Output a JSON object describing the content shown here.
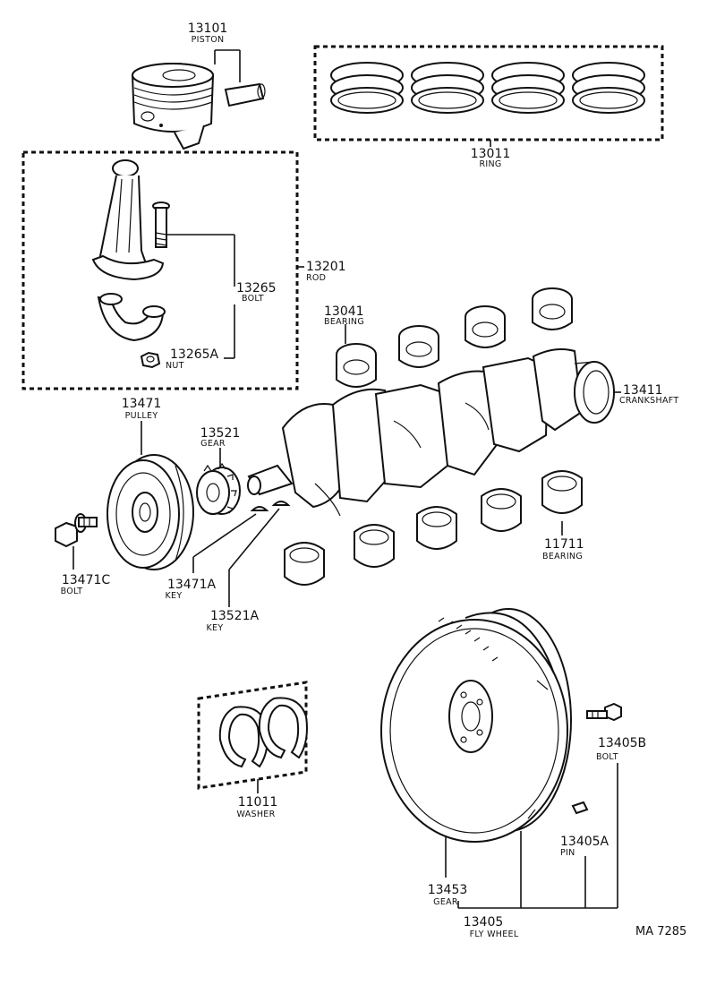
{
  "parts": {
    "piston": {
      "number": "13101",
      "name": "PISTON"
    },
    "ring": {
      "number": "13011",
      "name": "RING"
    },
    "rod": {
      "number": "13201",
      "name": "ROD"
    },
    "rod_bolt": {
      "number": "13265",
      "name": "BOLT"
    },
    "rod_nut": {
      "number": "13265A",
      "name": "NUT"
    },
    "bearing_upper": {
      "number": "13041",
      "name": "BEARING"
    },
    "crankshaft": {
      "number": "13411",
      "name": "CRANKSHAFT"
    },
    "pulley": {
      "number": "13471",
      "name": "PULLEY"
    },
    "gear_crank": {
      "number": "13521",
      "name": "GEAR"
    },
    "bearing_lower": {
      "number": "11711",
      "name": "BEARING"
    },
    "pulley_bolt": {
      "number": "13471C",
      "name": "BOLT"
    },
    "key_pulley": {
      "number": "13471A",
      "name": "KEY"
    },
    "key_gear": {
      "number": "13521A",
      "name": "KEY"
    },
    "washer": {
      "number": "11011",
      "name": "WASHER"
    },
    "flywheel_bolt": {
      "number": "13405B",
      "name": "BOLT"
    },
    "flywheel_pin": {
      "number": "13405A",
      "name": "PIN"
    },
    "ring_gear": {
      "number": "13453",
      "name": "GEAR"
    },
    "flywheel": {
      "number": "13405",
      "name": "FLY WHEEL"
    }
  },
  "diagram_code": "MA  7285"
}
